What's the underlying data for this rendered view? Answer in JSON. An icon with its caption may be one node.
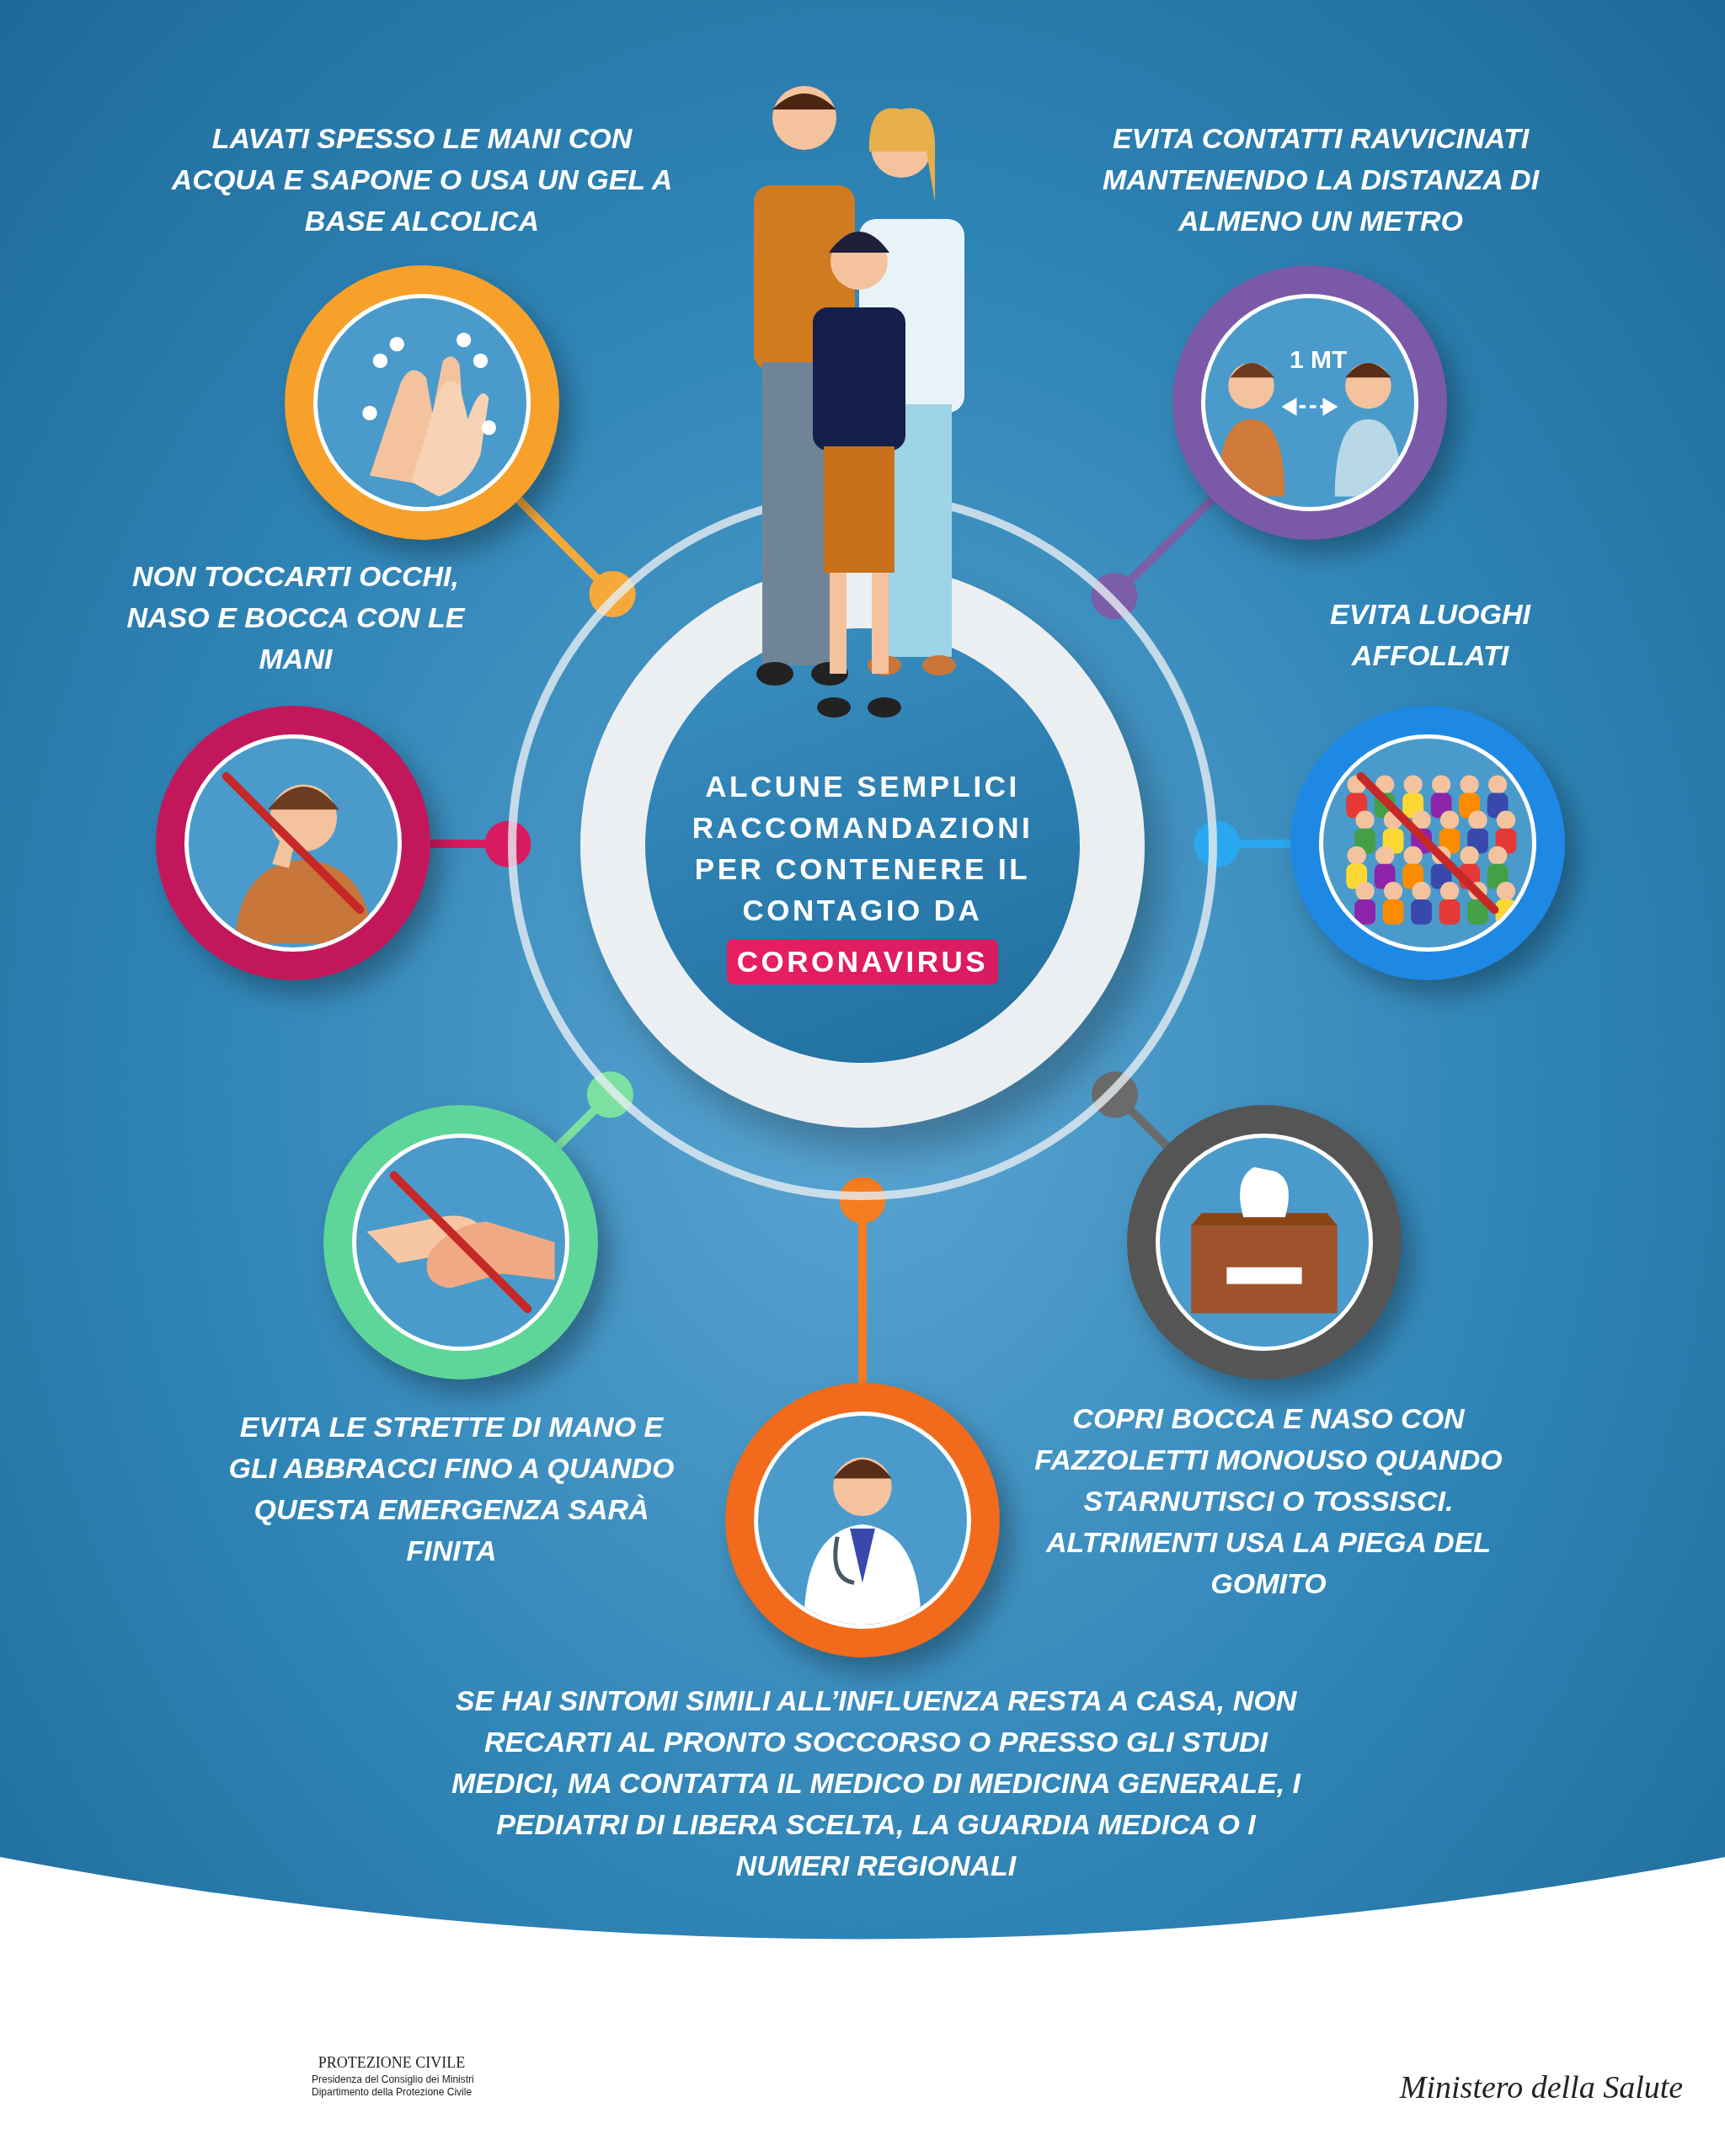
{
  "diagram": {
    "nodes": [
      {
        "text": [
          "ALCUNE SEMPLICI RACCOMANDAZIONI PER CONTENERE IL CONTAGIO DA",
          "CORONAVIRUS"
        ]
      },
      {
        "text": [
          "LAVATI SPESSO LE MANI CON ACQUA E SAPONE O USA UN GEL A BASE ALCOLICA"
        ]
      },
      {
        "text": [
          "EVITA CONTATTI RAVVICINATI MANTENENDO LA DISTANZA DI ALMENO UN METRO",
          "1 MT"
        ]
      },
      {
        "text": [
          "NON TOCCARTI OCCHI, NASO E BOCCA CON LE MANI"
        ]
      },
      {
        "text": [
          "EVITA LUOGHI AFFOLLATI"
        ]
      },
      {
        "text": [
          "EVITA LE STRETTE DI MANO E GLI ABBRACCI FINO A QUANDO QUESTA EMERGENZA SARÀ FINITA"
        ]
      },
      {
        "text": [
          "COPRI BOCCA E NASO CON FAZZOLETTI MONOUSO QUANDO STARNUTISCI O TOSSISCI. ALTRIMENTI USA LA PIEGA DEL GOMITO"
        ]
      },
      {
        "text": [
          "SE HAI SINTOMI SIMILI ALL’INFLUENZA RESTA A CASA, NON RECARTI AL PRONTO SOCCORSO O PRESSO GLI STUDI MEDICI, MA CONTATTA IL MEDICO DI MEDICINA GENERALE, I PEDIATRI DI LIBERA SCELTA, LA GUARDIA MEDICA O I NUMERI REGIONALI"
        ]
      }
    ],
    "edges": [
      {
        "from": 0,
        "to": 1,
        "arrow": "other",
        "color": "#f6a93b"
      },
      {
        "from": 0,
        "to": 2,
        "arrow": "other",
        "color": "#7b5ea7"
      },
      {
        "from": 0,
        "to": 3,
        "arrow": "other",
        "color": "#d81b60"
      },
      {
        "from": 0,
        "to": 4,
        "arrow": "other",
        "color": "#29a8f0"
      },
      {
        "from": 0,
        "to": 5,
        "arrow": "other",
        "color": "#7ee0a0"
      },
      {
        "from": 0,
        "to": 6,
        "arrow": "other",
        "color": "#6b6b6b"
      },
      {
        "from": 0,
        "to": 7,
        "arrow": "other",
        "color": "#f57c1f"
      }
    ],
    "labels": [
      "PROTEZIONE CIVILE",
      "Presidenza del Consiglio dei Ministri Dipartimento della Protezione Civile",
      "Ministero della Salute"
    ]
  }
}
